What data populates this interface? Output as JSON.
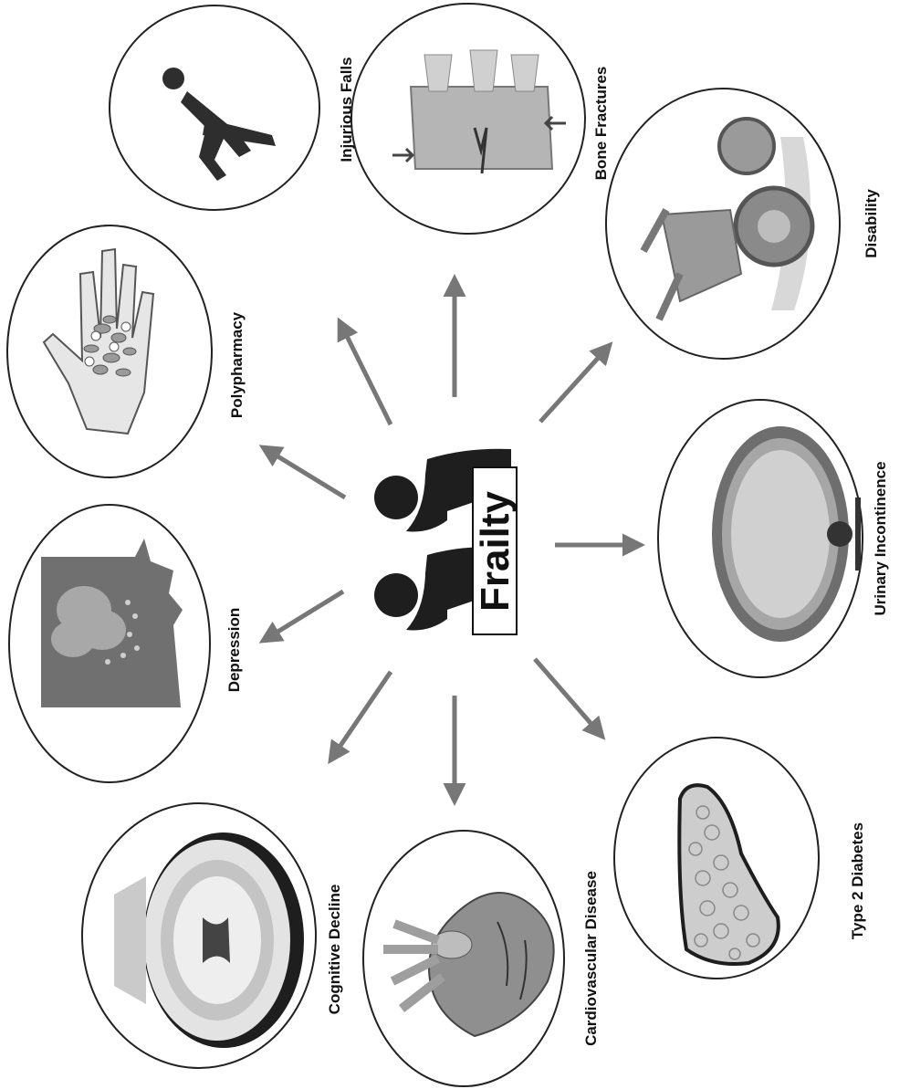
{
  "center": {
    "label": "Frailty"
  },
  "outcomes": [
    {
      "id": "injurious-falls",
      "label": "Injurious Falls",
      "icon": "falling-person-icon"
    },
    {
      "id": "bone-fractures",
      "label": "Bone Fractures",
      "icon": "spine-fracture-icon"
    },
    {
      "id": "disability",
      "label": "Disability",
      "icon": "wheelchair-icon"
    },
    {
      "id": "polypharmacy",
      "label": "Polypharmacy",
      "icon": "hand-with-pills-icon"
    },
    {
      "id": "urinary-incontinence",
      "label": "Urinary Incontinence",
      "icon": "bladder-icon"
    },
    {
      "id": "depression",
      "label": "Depression",
      "icon": "head-raincloud-icon"
    },
    {
      "id": "type-2-diabetes",
      "label": "Type 2 Diabetes",
      "icon": "pancreas-icon"
    },
    {
      "id": "cognitive-decline",
      "label": "Cognitive Decline",
      "icon": "brain-scan-icon"
    },
    {
      "id": "cardiovascular-disease",
      "label": "Cardiovascular Disease",
      "icon": "heart-icon"
    }
  ],
  "colors": {
    "arrow": "#777777",
    "circle_stroke": "#222222",
    "icon_gray": "#8a8a8a",
    "icon_dark": "#2a2a2a"
  }
}
